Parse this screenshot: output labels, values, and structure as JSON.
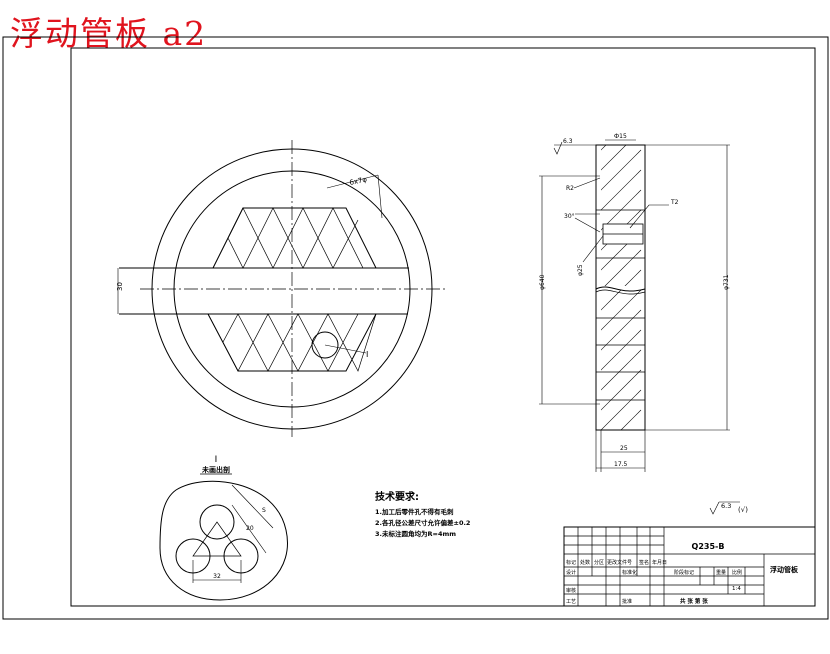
{
  "heading": "浮动管板 a2",
  "front_view": {
    "chord_dim": "6x7φ",
    "bar_dim": "30",
    "detail_marker": "I"
  },
  "side_view": {
    "roughness_top": "6.3",
    "top_dim": "Ф15",
    "radius_label": "R2",
    "angle_label": "30°",
    "groove_label": "T2",
    "inner_diameter": "φ25",
    "height_left": "φ640",
    "height_right": "φ731",
    "bottom_dim_inner": "25",
    "bottom_dim_outer": "17.5"
  },
  "detail_view": {
    "title": "I",
    "subtitle": "未画出剖",
    "dim_s": "S",
    "dim_diag": "20",
    "dim_bottom": "32"
  },
  "tech_requirements": {
    "title": "技术要求:",
    "items": [
      "1.加工后零件孔不得有毛刺",
      "2.各孔径公差尺寸允许偏差±0.2",
      "3.未标注圆角均为R=4mm"
    ]
  },
  "surface_finish": {
    "value": "6.3",
    "note": "(√)"
  },
  "title_block": {
    "material": "Q235-B",
    "part_name": "浮动管板",
    "scale": "1:4",
    "sheet_info": "共 张 第 张",
    "col_headers": [
      "标记",
      "处数",
      "分区",
      "更改文件号",
      "签名",
      "年月日"
    ],
    "left_labels": [
      "设计",
      "审核",
      "工艺"
    ],
    "std_label": "标准化",
    "approve_label": "批准",
    "stage_label": "阶段标记",
    "weight_label": "重量",
    "ratio_label": "比例"
  }
}
